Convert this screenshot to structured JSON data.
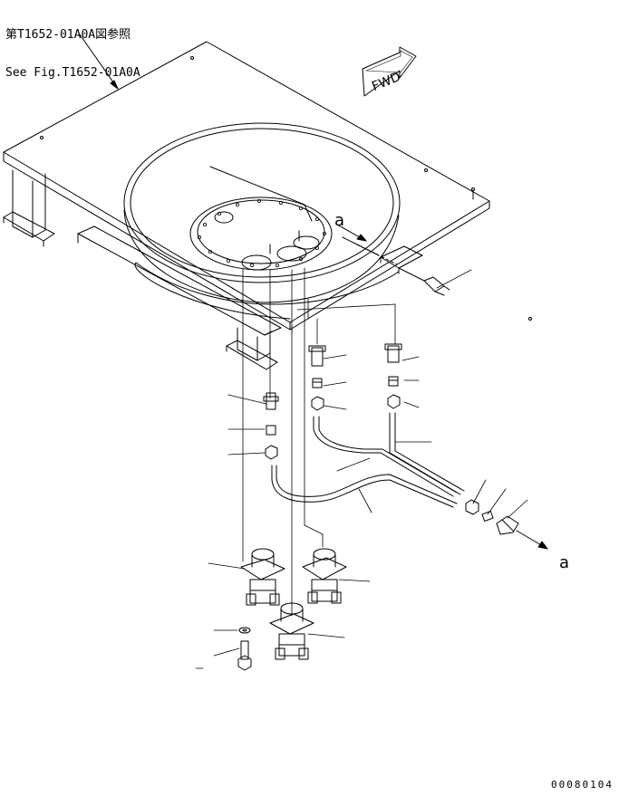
{
  "reference": {
    "line1": "第T1652-01A0A図参照",
    "line2": "See Fig.T1652-01A0A"
  },
  "direction_label": "FWD",
  "callout_a_top": "a",
  "callout_a_right": "a",
  "page_code": "00080104"
}
